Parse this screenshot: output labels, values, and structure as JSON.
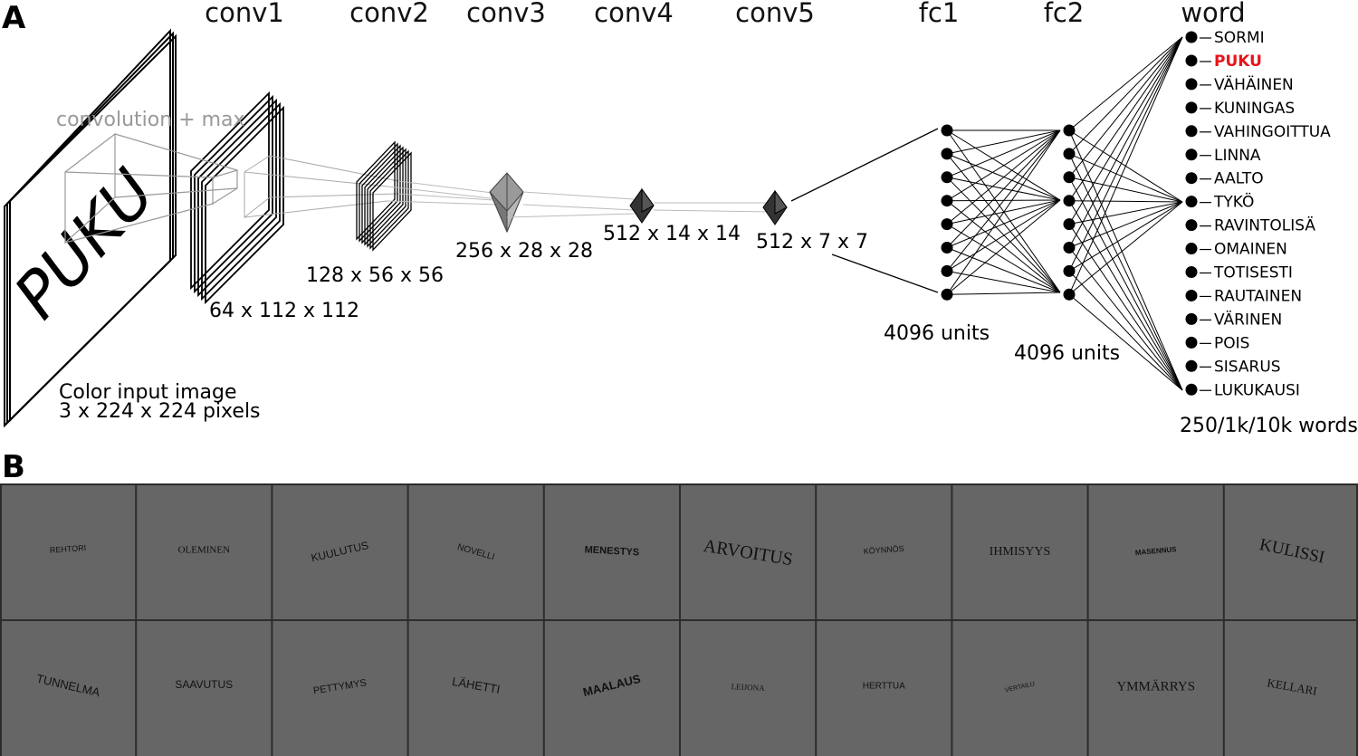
{
  "panel_a": {
    "letter": "A",
    "input_word": "PUKU",
    "op_label": "convolution + max",
    "layers": {
      "conv1": {
        "title": "conv1",
        "dims": "64 x 112 x 112"
      },
      "conv2": {
        "title": "conv2",
        "dims": "128 x 56 x 56"
      },
      "conv3": {
        "title": "conv3",
        "dims": "256 x 28 x 28"
      },
      "conv4": {
        "title": "conv4",
        "dims": "512 x 14 x 14"
      },
      "conv5": {
        "title": "conv5",
        "dims": "512 x 7 x 7"
      },
      "fc1": {
        "title": "fc1",
        "units": "4096 units"
      },
      "fc2": {
        "title": "fc2",
        "units": "4096 units"
      },
      "word": {
        "title": "word",
        "vocab": "250/1k/10k words"
      }
    },
    "input_caption": {
      "line1": "Color input image",
      "line2": "3 x 224 x 224 pixels"
    },
    "output_words": [
      "SORMI",
      "PUKU",
      "VÄHÄINEN",
      "KUNINGAS",
      "VAHINGOITTUA",
      "LINNA",
      "AALTO",
      "TYKÖ",
      "RAVINTOLISÄ",
      "OMAINEN",
      "TOTISESTI",
      "RAUTAINEN",
      "VÄRINEN",
      "POIS",
      "SISARUS",
      "LUKUKAUSI"
    ],
    "highlight_index": 1,
    "highlight_color": "#e8141b"
  },
  "panel_b": {
    "letter": "B",
    "background": "#666666",
    "row1": [
      "REHTORI",
      "OLEMINEN",
      "KUULUTUS",
      "NOVELLI",
      "MENESTYS",
      "ARVOITUS",
      "KÖYNNÖS",
      "IHMISYYS",
      "MASENNUS",
      "KULISSI"
    ],
    "row2": [
      "TUNNELMA",
      "SAAVUTUS",
      "PETTYMYS",
      "LÄHETTI",
      "MAALAUS",
      "LEIJONA",
      "HERTTUA",
      "VERTAILU",
      "YMMÄRRYS",
      "KELLARI"
    ]
  }
}
